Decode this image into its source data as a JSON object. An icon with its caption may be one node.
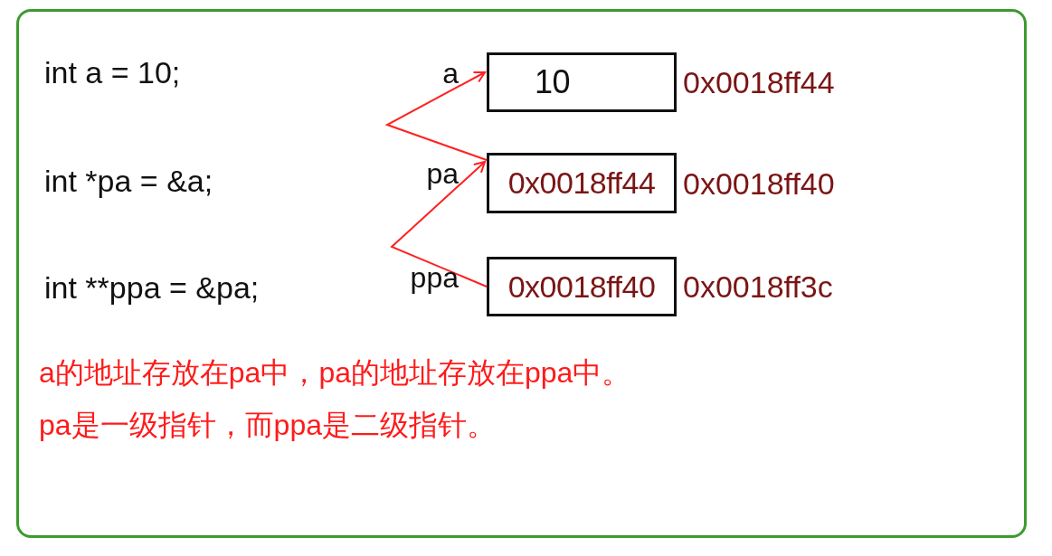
{
  "diagram": {
    "nodes": [
      {
        "text": [],
        "shape": "box"
      },
      {
        "text": [
          "10"
        ],
        "in": 0,
        "beside": [
          "a",
          "0x0018ff44"
        ]
      },
      {
        "text": [
          "0x0018ff44"
        ],
        "in": 0,
        "beside": [
          "pa",
          "0x0018ff40"
        ]
      },
      {
        "text": [
          "0x0018ff40"
        ],
        "in": 0,
        "beside": [
          "ppa",
          "0x0018ff3c"
        ]
      }
    ],
    "edges": [
      {
        "from": 2,
        "to": 1,
        "arrow": "to"
      },
      {
        "from": 3,
        "to": 2,
        "arrow": "to"
      }
    ],
    "labels": [
      "int a = 10;",
      "int *pa = &a;",
      "int **ppa = &pa;",
      "a的地址存放在pa中，pa的地址存放在ppa中。",
      "pa是一级指针，而ppa是二级指针。"
    ]
  }
}
